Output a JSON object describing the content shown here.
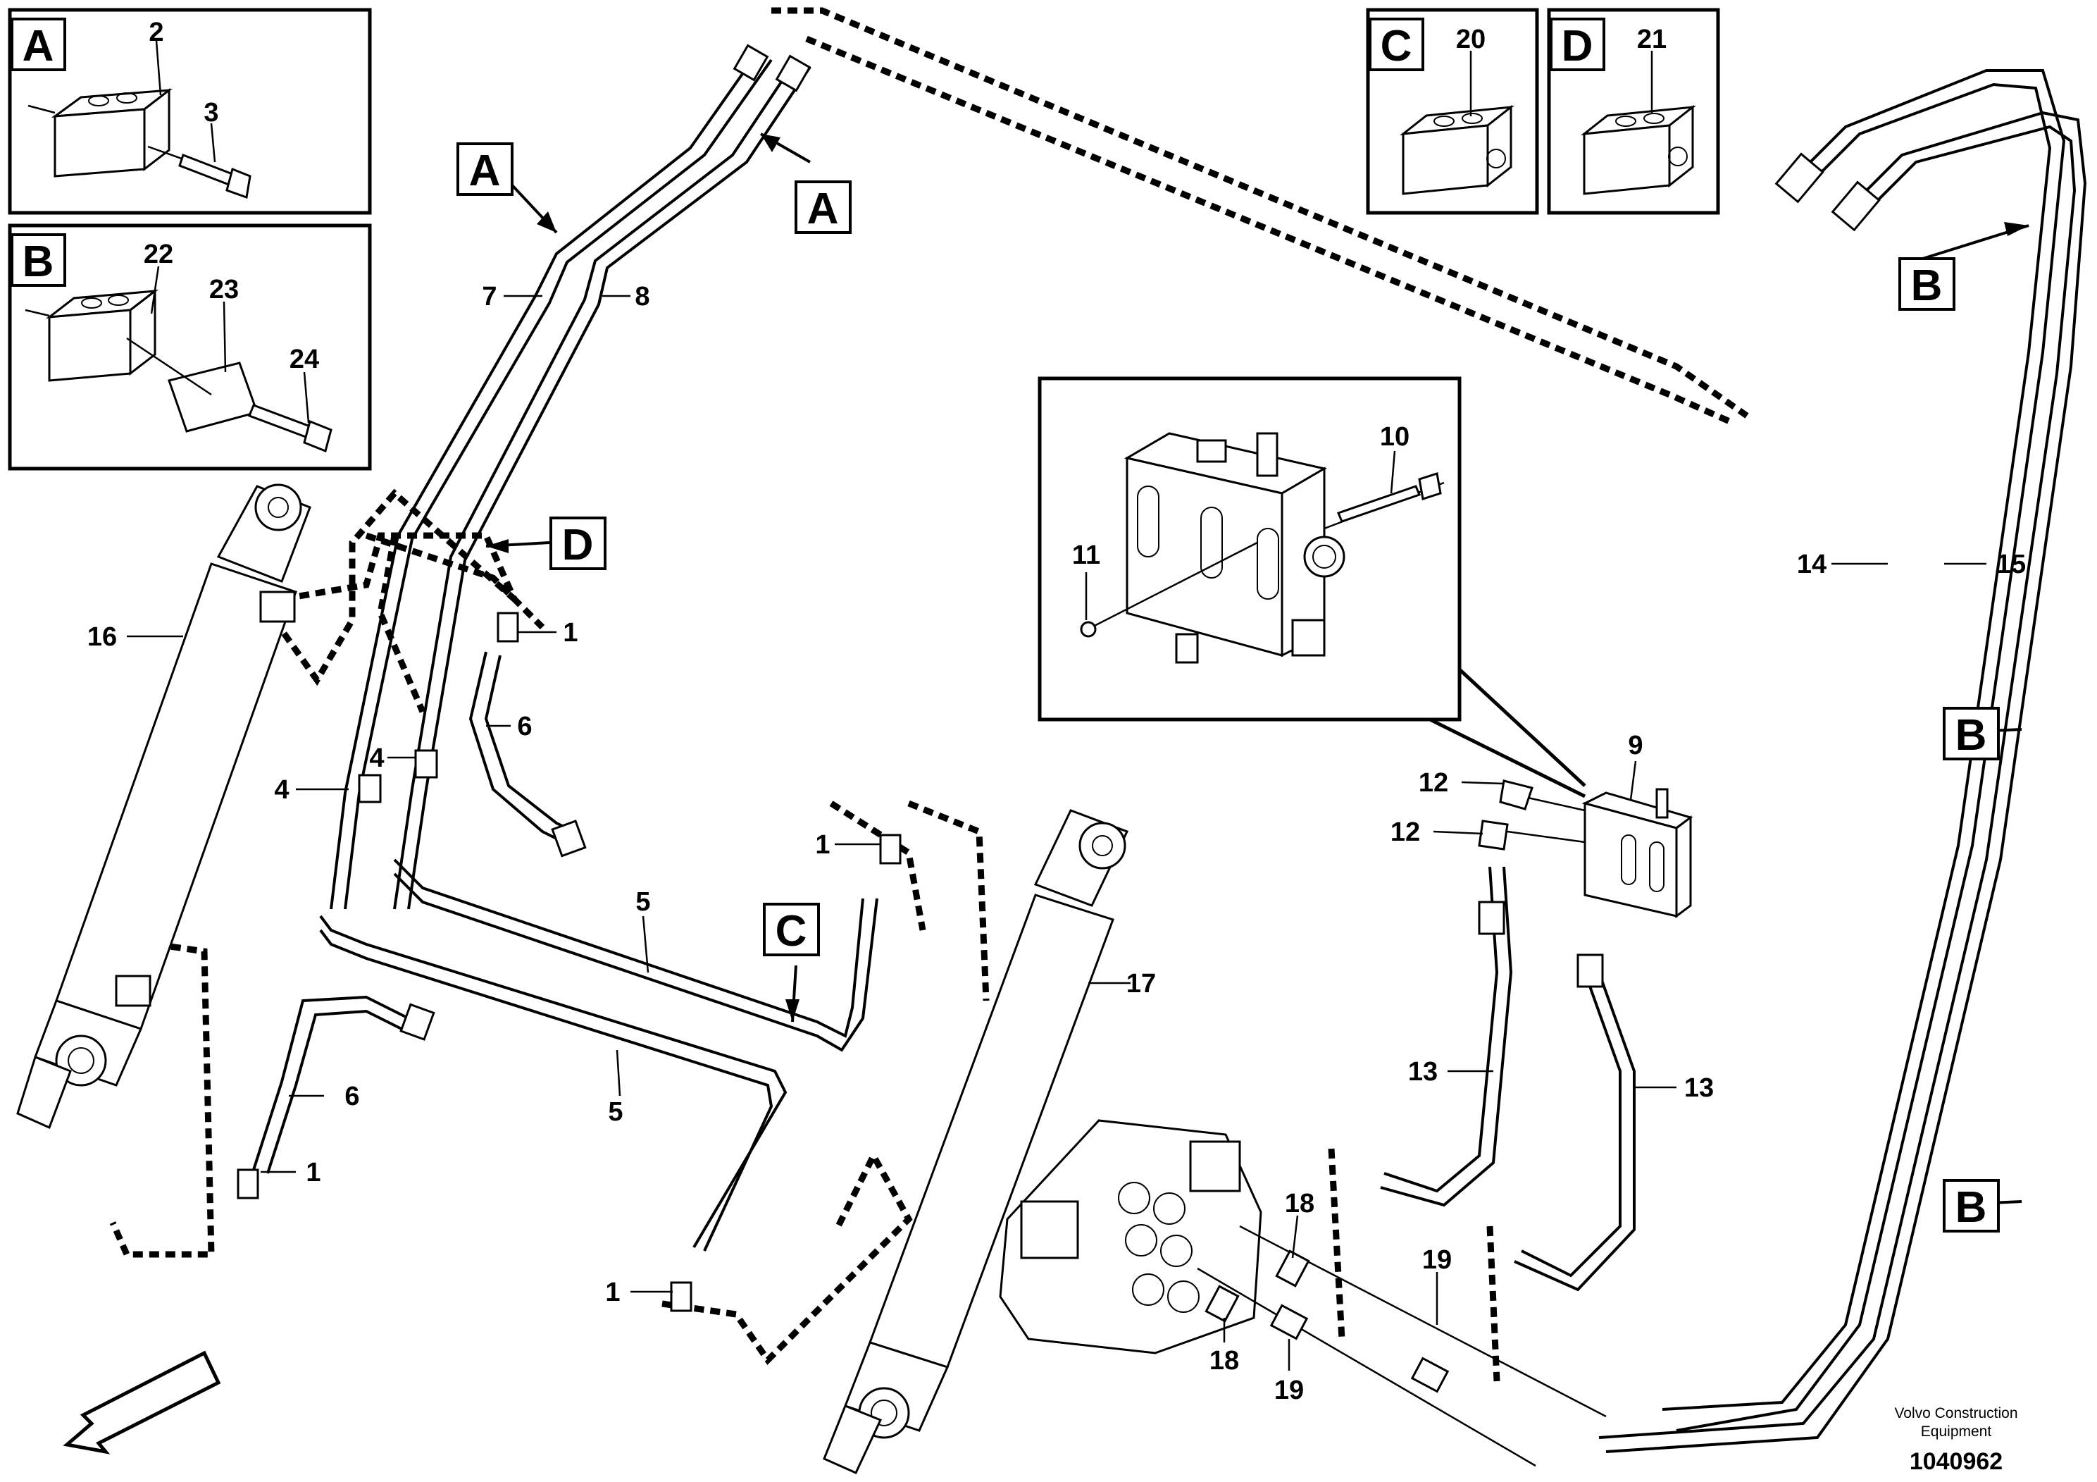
{
  "view_labels": {
    "a": "A",
    "b": "B",
    "c": "C",
    "d": "D"
  },
  "parts": {
    "p1": "1",
    "p2": "2",
    "p3": "3",
    "p4": "4",
    "p5": "5",
    "p6": "6",
    "p7": "7",
    "p8": "8",
    "p9": "9",
    "p10": "10",
    "p11": "11",
    "p12": "12",
    "p13": "13",
    "p14": "14",
    "p15": "15",
    "p16": "16",
    "p17": "17",
    "p18": "18",
    "p19": "19",
    "p20": "20",
    "p21": "21",
    "p22": "22",
    "p23": "23",
    "p24": "24"
  },
  "footer": {
    "credit_line1": "Volvo Construction",
    "credit_line2": "Equipment",
    "doc_number": "1040962"
  },
  "icons": {
    "direction": "forward-direction-arrow-icon"
  }
}
